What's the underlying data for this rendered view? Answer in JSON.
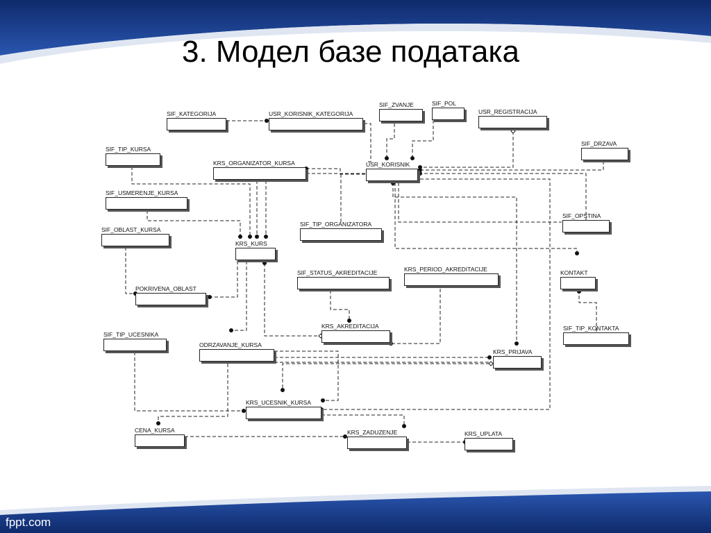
{
  "slide": {
    "title": "3. Модел базе података",
    "footer": "fppt.com"
  },
  "entities": {
    "sif_kategorija": "SIF_KATEGORIJA",
    "usr_korisnik_kategorija": "USR_KORISNIK_KATEGORIJA",
    "sif_zvanje": "SIF_ZVANJE",
    "sif_pol": "SIF_POL",
    "usr_registracija": "USR_REGISTRACIJA",
    "sif_tip_kursa": "SIF_TIP_KURSA",
    "krs_organizator_kursa": "KRS_ORGANIZATOR_KURSA",
    "usr_korisnik": "USR_KORISNIK",
    "sif_drzava": "SIF_DRZAVA",
    "sif_usmerenje_kursa": "SIF_USMERENJE_KURSA",
    "sif_tip_organizatora": "SIF_TIP_ORGANIZATORA",
    "sif_opstina": "SIF_OPSTINA",
    "sif_oblast_kursa": "SIF_OBLAST_KURSA",
    "krs_kurs": "KRS_KURS",
    "sif_status_akreditacije": "SIF_STATUS_AKREDITACIJE",
    "krs_period_akreditacije": "KRS_PERIOD_AKREDITACIJE",
    "kontakt": "KONTAKT",
    "pokrivena_oblast": "POKRIVENA_OBLAST",
    "krs_akreditacija": "KRS_AKREDITACIJA",
    "sif_tip_kontakta": "SIF_TIP_KONTAKTA",
    "sif_tip_ucesnika": "SIF_TIP_UCESNIKA",
    "odrzavanje_kursa": "ODRZAVANJE_KURSA",
    "krs_prijava": "KRS_PRIJAVA",
    "krs_ucesnik_kursa": "KRS_UCESNIK_KURSA",
    "cena_kursa": "CENA_KURSA",
    "krs_zaduzenje": "KRS_ZADUZENJE",
    "krs_uplata": "KRS_UPLATA"
  },
  "colors": {
    "header_blue": "#1b3f8c",
    "footer_blue": "#1b3f8c",
    "line": "#222222"
  }
}
